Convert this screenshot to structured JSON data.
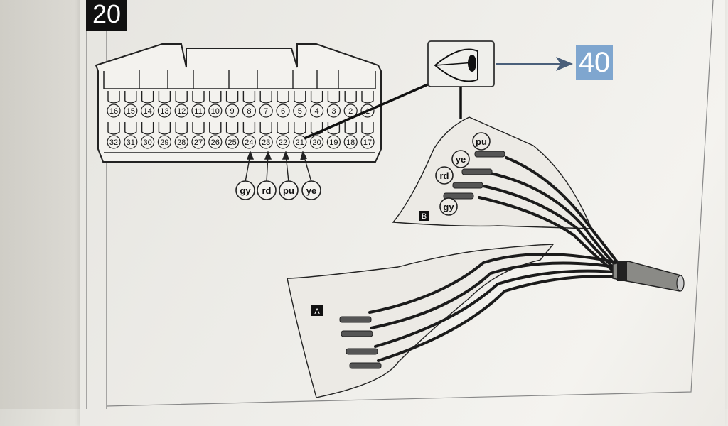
{
  "step_number": "20",
  "target_step": "40",
  "connector": {
    "top_row_pins": [
      "16",
      "15",
      "14",
      "13",
      "12",
      "11",
      "10",
      "9",
      "8",
      "7",
      "6",
      "5",
      "4",
      "3",
      "2",
      "1"
    ],
    "bottom_row_pins": [
      "32",
      "31",
      "30",
      "29",
      "28",
      "27",
      "26",
      "25",
      "24",
      "23",
      "22",
      "21",
      "20",
      "19",
      "18",
      "17"
    ]
  },
  "wire_labels": [
    "gy",
    "rd",
    "pu",
    "ye"
  ],
  "detail_b_wire_labels": [
    "pu",
    "ye",
    "rd",
    "gy"
  ],
  "detail_labels": {
    "a": "A",
    "b": "B"
  },
  "icons": [
    "eye-icon",
    "arrow-right-icon"
  ],
  "colors": {
    "step_badge": "#111111",
    "target_badge": "#7fa6cf"
  }
}
